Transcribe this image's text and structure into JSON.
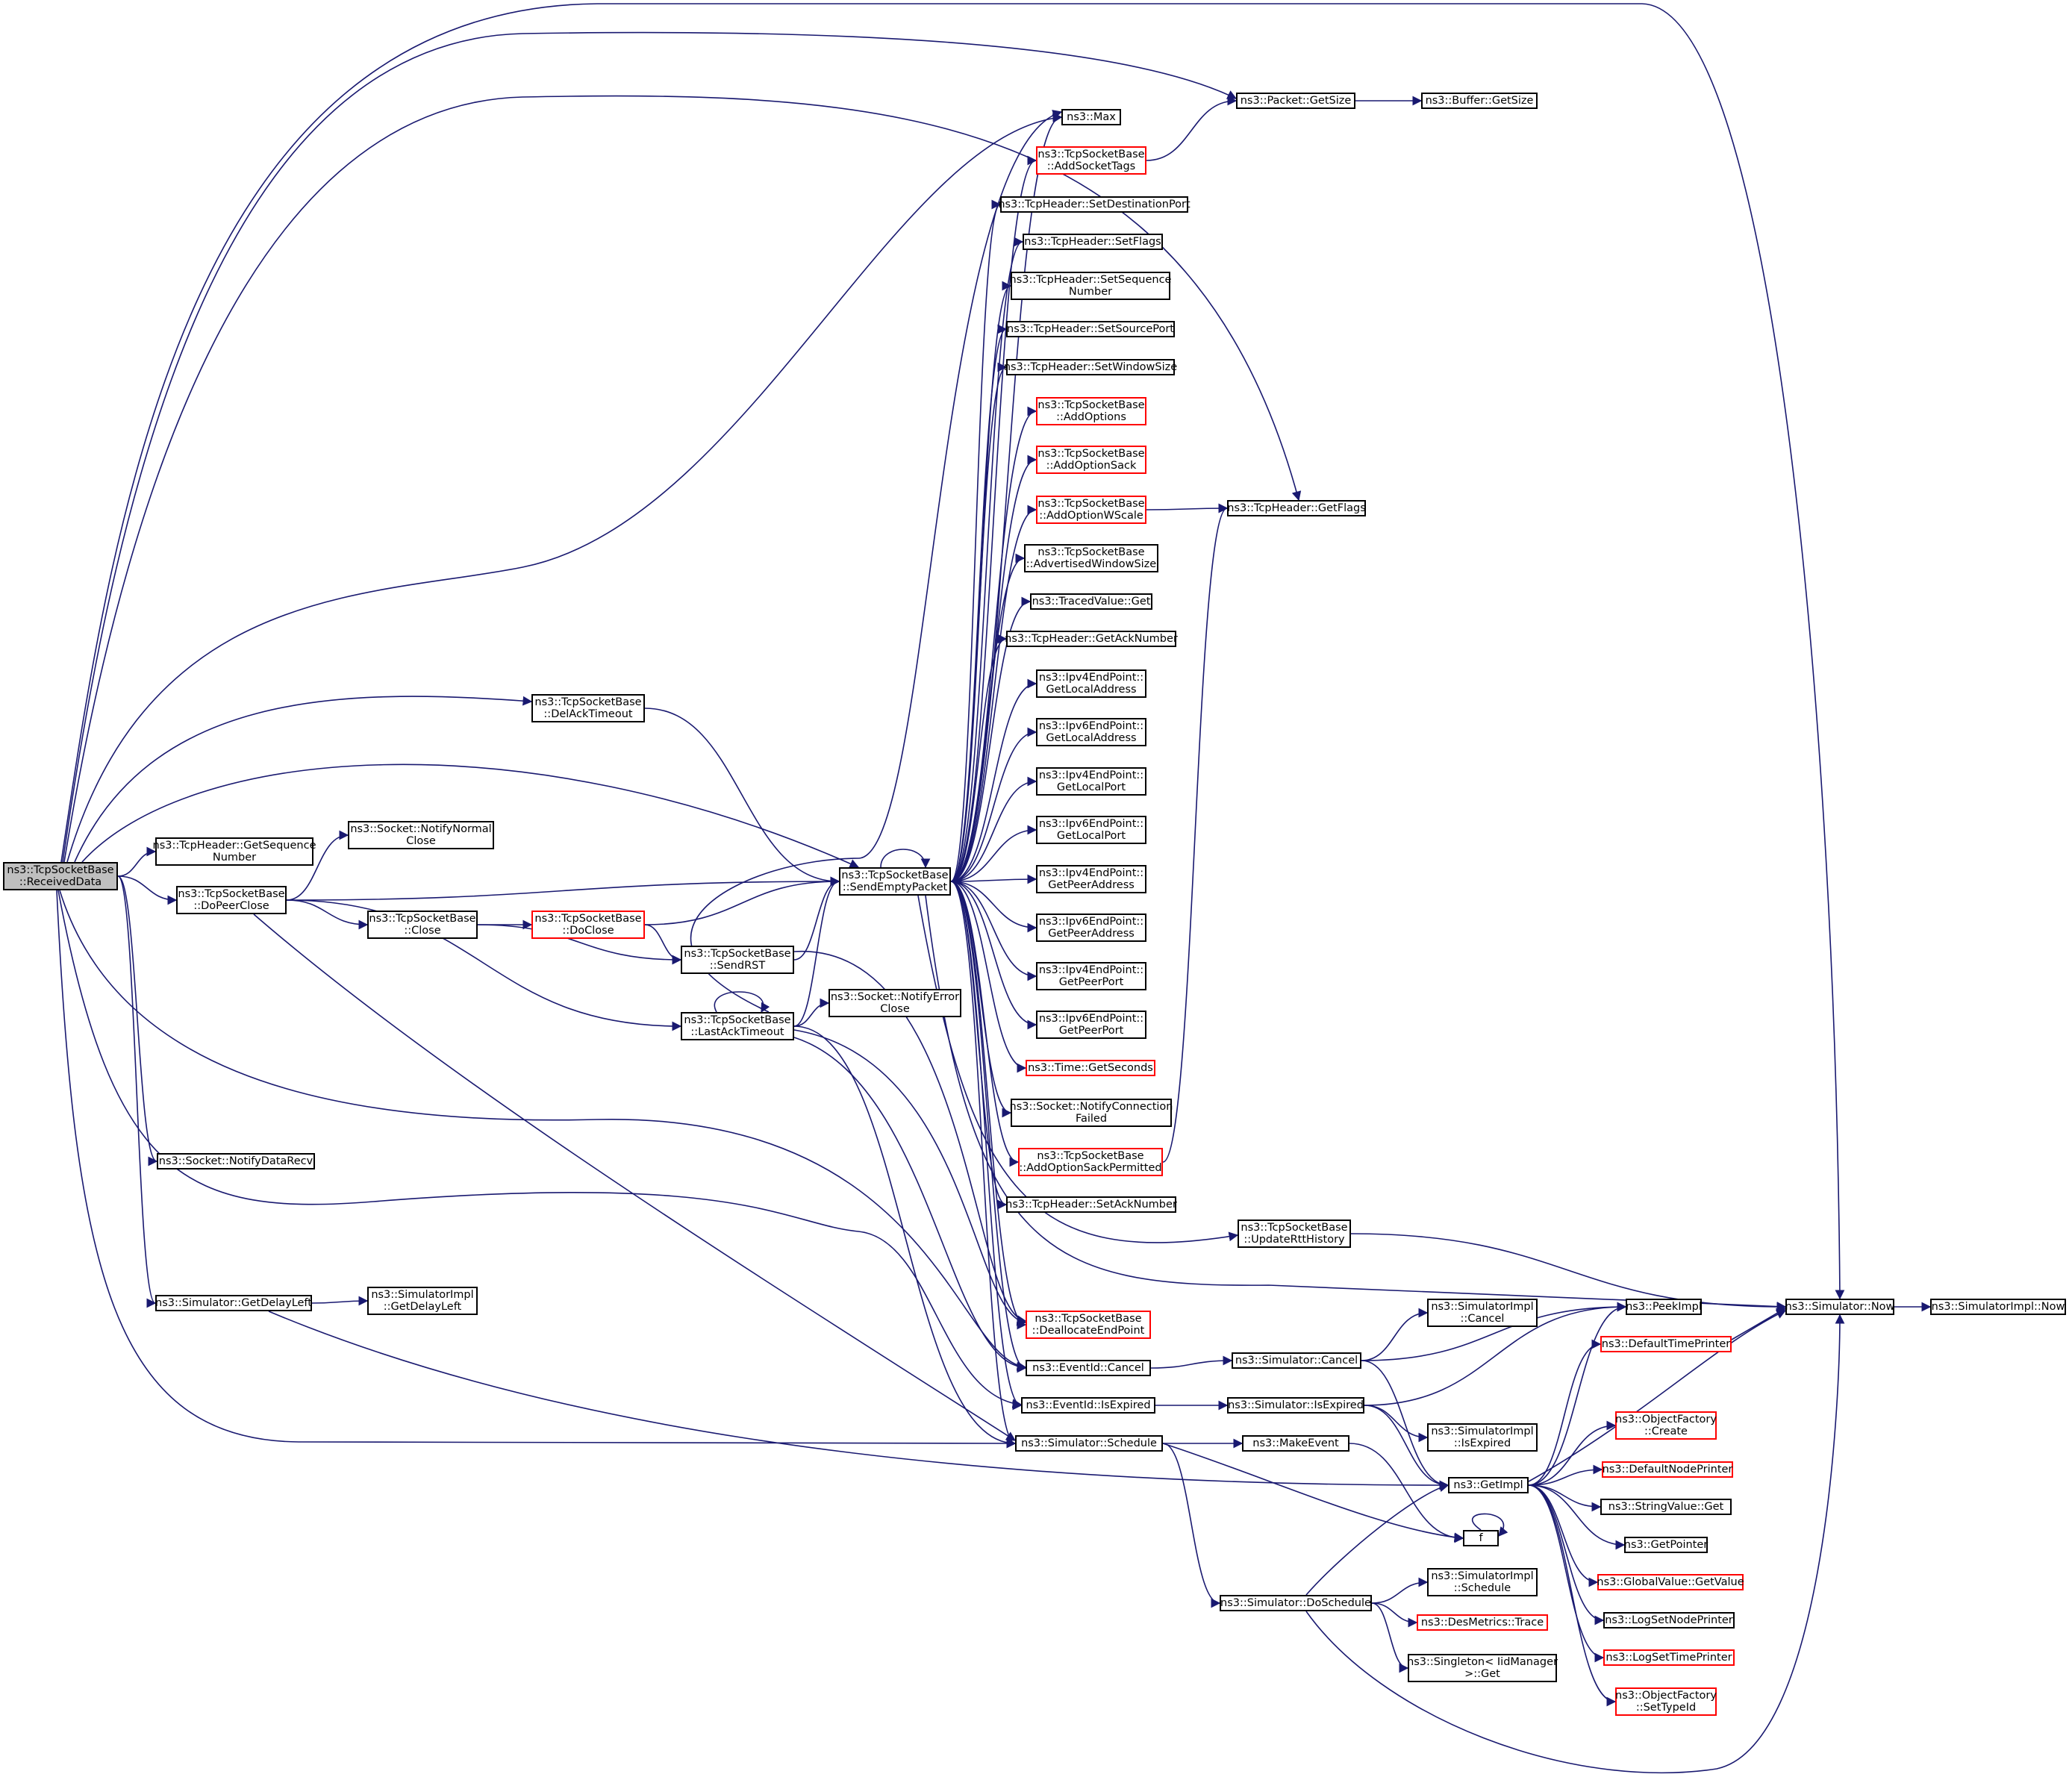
{
  "graph": {
    "type": "call-graph",
    "edge_color": "#191970",
    "border_colors": {
      "normal": "#000000",
      "truncated": "#ff0000"
    },
    "root_fill": "#bfbfbf",
    "nodes": [
      {
        "id": "received_data",
        "lines": [
          "ns3::TcpSocketBase",
          "::ReceivedData"
        ],
        "root": true
      },
      {
        "id": "get_sequence_number",
        "lines": [
          "ns3::TcpHeader::GetSequence",
          "Number"
        ]
      },
      {
        "id": "do_peer_close",
        "lines": [
          "ns3::TcpSocketBase",
          "::DoPeerClose"
        ]
      },
      {
        "id": "notify_data_recv",
        "lines": [
          "ns3::Socket::NotifyDataRecv"
        ]
      },
      {
        "id": "get_delay_left",
        "lines": [
          "ns3::Simulator::GetDelayLeft"
        ]
      },
      {
        "id": "simimpl_get_delay_left",
        "lines": [
          "ns3::SimulatorImpl",
          "::GetDelayLeft"
        ]
      },
      {
        "id": "notify_normal_close",
        "lines": [
          "ns3::Socket::NotifyNormal",
          "Close"
        ]
      },
      {
        "id": "tcp_close",
        "lines": [
          "ns3::TcpSocketBase",
          "::Close"
        ]
      },
      {
        "id": "do_close",
        "lines": [
          "ns3::TcpSocketBase",
          "::DoClose"
        ],
        "red": true
      },
      {
        "id": "send_rst",
        "lines": [
          "ns3::TcpSocketBase",
          "::SendRST"
        ]
      },
      {
        "id": "last_ack_timeout",
        "lines": [
          "ns3::TcpSocketBase",
          "::LastAckTimeout"
        ]
      },
      {
        "id": "notify_error_close",
        "lines": [
          "ns3::Socket::NotifyError",
          "Close"
        ]
      },
      {
        "id": "del_ack_timeout",
        "lines": [
          "ns3::TcpSocketBase",
          "::DelAckTimeout"
        ]
      },
      {
        "id": "send_empty_packet",
        "lines": [
          "ns3::TcpSocketBase",
          "::SendEmptyPacket"
        ]
      },
      {
        "id": "max",
        "lines": [
          "ns3::Max"
        ]
      },
      {
        "id": "add_socket_tags",
        "lines": [
          "ns3::TcpSocketBase",
          "::AddSocketTags"
        ],
        "red": true
      },
      {
        "id": "set_dest_port",
        "lines": [
          "ns3::TcpHeader::SetDestinationPort"
        ]
      },
      {
        "id": "set_flags",
        "lines": [
          "ns3::TcpHeader::SetFlags"
        ]
      },
      {
        "id": "set_sequence_number",
        "lines": [
          "ns3::TcpHeader::SetSequence",
          "Number"
        ]
      },
      {
        "id": "set_source_port",
        "lines": [
          "ns3::TcpHeader::SetSourcePort"
        ]
      },
      {
        "id": "set_window_size",
        "lines": [
          "ns3::TcpHeader::SetWindowSize"
        ]
      },
      {
        "id": "add_options",
        "lines": [
          "ns3::TcpSocketBase",
          "::AddOptions"
        ],
        "red": true
      },
      {
        "id": "add_option_sack",
        "lines": [
          "ns3::TcpSocketBase",
          "::AddOptionSack"
        ],
        "red": true
      },
      {
        "id": "add_option_wscale",
        "lines": [
          "ns3::TcpSocketBase",
          "::AddOptionWScale"
        ],
        "red": true
      },
      {
        "id": "advertised_window_size",
        "lines": [
          "ns3::TcpSocketBase",
          "::AdvertisedWindowSize"
        ]
      },
      {
        "id": "traced_value_get",
        "lines": [
          "ns3::TracedValue::Get"
        ]
      },
      {
        "id": "get_ack_number",
        "lines": [
          "ns3::TcpHeader::GetAckNumber"
        ]
      },
      {
        "id": "ipv4_local_address",
        "lines": [
          "ns3::Ipv4EndPoint::",
          "GetLocalAddress"
        ]
      },
      {
        "id": "ipv6_local_address",
        "lines": [
          "ns3::Ipv6EndPoint::",
          "GetLocalAddress"
        ]
      },
      {
        "id": "ipv4_local_port",
        "lines": [
          "ns3::Ipv4EndPoint::",
          "GetLocalPort"
        ]
      },
      {
        "id": "ipv6_local_port",
        "lines": [
          "ns3::Ipv6EndPoint::",
          "GetLocalPort"
        ]
      },
      {
        "id": "ipv4_peer_address",
        "lines": [
          "ns3::Ipv4EndPoint::",
          "GetPeerAddress"
        ]
      },
      {
        "id": "ipv6_peer_address",
        "lines": [
          "ns3::Ipv6EndPoint::",
          "GetPeerAddress"
        ]
      },
      {
        "id": "ipv4_peer_port",
        "lines": [
          "ns3::Ipv4EndPoint::",
          "GetPeerPort"
        ]
      },
      {
        "id": "ipv6_peer_port",
        "lines": [
          "ns3::Ipv6EndPoint::",
          "GetPeerPort"
        ]
      },
      {
        "id": "time_get_seconds",
        "lines": [
          "ns3::Time::GetSeconds"
        ],
        "red": true
      },
      {
        "id": "notify_connection_failed",
        "lines": [
          "ns3::Socket::NotifyConnection",
          "Failed"
        ]
      },
      {
        "id": "add_option_sack_permitted",
        "lines": [
          "ns3::TcpSocketBase",
          "::AddOptionSackPermitted"
        ],
        "red": true
      },
      {
        "id": "set_ack_number",
        "lines": [
          "ns3::TcpHeader::SetAckNumber"
        ]
      },
      {
        "id": "dealloc_endpoint",
        "lines": [
          "ns3::TcpSocketBase",
          "::DeallocateEndPoint"
        ],
        "red": true
      },
      {
        "id": "eventid_cancel",
        "lines": [
          "ns3::EventId::Cancel"
        ]
      },
      {
        "id": "eventid_is_expired",
        "lines": [
          "ns3::EventId::IsExpired"
        ]
      },
      {
        "id": "sim_schedule",
        "lines": [
          "ns3::Simulator::Schedule"
        ]
      },
      {
        "id": "packet_get_size",
        "lines": [
          "ns3::Packet::GetSize"
        ]
      },
      {
        "id": "buffer_get_size",
        "lines": [
          "ns3::Buffer::GetSize"
        ]
      },
      {
        "id": "tcpheader_get_flags",
        "lines": [
          "ns3::TcpHeader::GetFlags"
        ]
      },
      {
        "id": "update_rtt_history",
        "lines": [
          "ns3::TcpSocketBase",
          "::UpdateRttHistory"
        ]
      },
      {
        "id": "sim_cancel",
        "lines": [
          "ns3::Simulator::Cancel"
        ]
      },
      {
        "id": "sim_is_expired",
        "lines": [
          "ns3::Simulator::IsExpired"
        ]
      },
      {
        "id": "make_event",
        "lines": [
          "ns3::MakeEvent"
        ]
      },
      {
        "id": "sim_do_schedule",
        "lines": [
          "ns3::Simulator::DoSchedule"
        ]
      },
      {
        "id": "simimpl_cancel",
        "lines": [
          "ns3::SimulatorImpl",
          "::Cancel"
        ]
      },
      {
        "id": "simimpl_is_expired",
        "lines": [
          "ns3::SimulatorImpl",
          "::IsExpired"
        ]
      },
      {
        "id": "simimpl_schedule",
        "lines": [
          "ns3::SimulatorImpl",
          "::Schedule"
        ]
      },
      {
        "id": "desmetrics_trace",
        "lines": [
          "ns3::DesMetrics::Trace"
        ],
        "red": true
      },
      {
        "id": "singleton_get",
        "lines": [
          "ns3::Singleton< IidManager",
          ">::Get"
        ]
      },
      {
        "id": "get_impl",
        "lines": [
          "ns3::GetImpl"
        ]
      },
      {
        "id": "f",
        "lines": [
          "f"
        ]
      },
      {
        "id": "peek_impl",
        "lines": [
          "ns3::PeekImpl"
        ]
      },
      {
        "id": "default_time_printer",
        "lines": [
          "ns3::DefaultTimePrinter"
        ],
        "red": true
      },
      {
        "id": "object_factory_create",
        "lines": [
          "ns3::ObjectFactory",
          "::Create"
        ],
        "red": true
      },
      {
        "id": "default_node_printer",
        "lines": [
          "ns3::DefaultNodePrinter"
        ],
        "red": true
      },
      {
        "id": "string_value_get",
        "lines": [
          "ns3::StringValue::Get"
        ]
      },
      {
        "id": "get_pointer",
        "lines": [
          "ns3::GetPointer"
        ]
      },
      {
        "id": "global_value_get_value",
        "lines": [
          "ns3::GlobalValue::GetValue"
        ],
        "red": true
      },
      {
        "id": "log_set_node_printer",
        "lines": [
          "ns3::LogSetNodePrinter"
        ]
      },
      {
        "id": "log_set_time_printer",
        "lines": [
          "ns3::LogSetTimePrinter"
        ],
        "red": true
      },
      {
        "id": "object_factory_set_typeid",
        "lines": [
          "ns3::ObjectFactory",
          "::SetTypeId"
        ],
        "red": true
      },
      {
        "id": "sim_now",
        "lines": [
          "ns3::Simulator::Now"
        ]
      },
      {
        "id": "simimpl_now",
        "lines": [
          "ns3::SimulatorImpl::Now"
        ]
      }
    ],
    "edges": [
      [
        "received_data",
        "get_sequence_number"
      ],
      [
        "received_data",
        "do_peer_close"
      ],
      [
        "received_data",
        "notify_data_recv"
      ],
      [
        "received_data",
        "get_delay_left"
      ],
      [
        "received_data",
        "del_ack_timeout"
      ],
      [
        "received_data",
        "send_empty_packet"
      ],
      [
        "received_data",
        "max"
      ],
      [
        "received_data",
        "packet_get_size"
      ],
      [
        "received_data",
        "tcpheader_get_flags"
      ],
      [
        "received_data",
        "sim_now"
      ],
      [
        "received_data",
        "eventid_cancel"
      ],
      [
        "received_data",
        "eventid_is_expired"
      ],
      [
        "received_data",
        "sim_schedule"
      ],
      [
        "do_peer_close",
        "notify_normal_close"
      ],
      [
        "do_peer_close",
        "tcp_close"
      ],
      [
        "do_peer_close",
        "send_empty_packet"
      ],
      [
        "do_peer_close",
        "last_ack_timeout"
      ],
      [
        "do_peer_close",
        "sim_schedule"
      ],
      [
        "get_delay_left",
        "simimpl_get_delay_left"
      ],
      [
        "get_delay_left",
        "get_impl"
      ],
      [
        "tcp_close",
        "do_close"
      ],
      [
        "tcp_close",
        "send_rst"
      ],
      [
        "do_close",
        "send_empty_packet"
      ],
      [
        "do_close",
        "send_rst"
      ],
      [
        "send_rst",
        "send_empty_packet"
      ],
      [
        "send_rst",
        "dealloc_endpoint"
      ],
      [
        "last_ack_timeout",
        "last_ack_timeout"
      ],
      [
        "last_ack_timeout",
        "notify_error_close"
      ],
      [
        "last_ack_timeout",
        "send_empty_packet"
      ],
      [
        "last_ack_timeout",
        "max"
      ],
      [
        "last_ack_timeout",
        "dealloc_endpoint"
      ],
      [
        "last_ack_timeout",
        "eventid_cancel"
      ],
      [
        "last_ack_timeout",
        "sim_schedule"
      ],
      [
        "del_ack_timeout",
        "send_empty_packet"
      ],
      [
        "send_empty_packet",
        "send_empty_packet"
      ],
      [
        "send_empty_packet",
        "max"
      ],
      [
        "send_empty_packet",
        "add_socket_tags"
      ],
      [
        "send_empty_packet",
        "set_dest_port"
      ],
      [
        "send_empty_packet",
        "set_flags"
      ],
      [
        "send_empty_packet",
        "set_sequence_number"
      ],
      [
        "send_empty_packet",
        "set_source_port"
      ],
      [
        "send_empty_packet",
        "set_window_size"
      ],
      [
        "send_empty_packet",
        "add_options"
      ],
      [
        "send_empty_packet",
        "add_option_sack"
      ],
      [
        "send_empty_packet",
        "add_option_wscale"
      ],
      [
        "send_empty_packet",
        "advertised_window_size"
      ],
      [
        "send_empty_packet",
        "traced_value_get"
      ],
      [
        "send_empty_packet",
        "get_ack_number"
      ],
      [
        "send_empty_packet",
        "ipv4_local_address"
      ],
      [
        "send_empty_packet",
        "ipv6_local_address"
      ],
      [
        "send_empty_packet",
        "ipv4_local_port"
      ],
      [
        "send_empty_packet",
        "ipv6_local_port"
      ],
      [
        "send_empty_packet",
        "ipv4_peer_address"
      ],
      [
        "send_empty_packet",
        "ipv6_peer_address"
      ],
      [
        "send_empty_packet",
        "ipv4_peer_port"
      ],
      [
        "send_empty_packet",
        "ipv6_peer_port"
      ],
      [
        "send_empty_packet",
        "time_get_seconds"
      ],
      [
        "send_empty_packet",
        "notify_connection_failed"
      ],
      [
        "send_empty_packet",
        "add_option_sack_permitted"
      ],
      [
        "send_empty_packet",
        "set_ack_number"
      ],
      [
        "send_empty_packet",
        "update_rtt_history"
      ],
      [
        "send_empty_packet",
        "sim_now"
      ],
      [
        "send_empty_packet",
        "dealloc_endpoint"
      ],
      [
        "send_empty_packet",
        "eventid_cancel"
      ],
      [
        "send_empty_packet",
        "eventid_is_expired"
      ],
      [
        "send_empty_packet",
        "sim_schedule"
      ],
      [
        "add_socket_tags",
        "packet_get_size"
      ],
      [
        "packet_get_size",
        "buffer_get_size"
      ],
      [
        "add_option_wscale",
        "tcpheader_get_flags"
      ],
      [
        "add_option_sack_permitted",
        "tcpheader_get_flags"
      ],
      [
        "update_rtt_history",
        "sim_now"
      ],
      [
        "eventid_cancel",
        "sim_cancel"
      ],
      [
        "eventid_is_expired",
        "sim_is_expired"
      ],
      [
        "sim_schedule",
        "make_event"
      ],
      [
        "sim_schedule",
        "sim_do_schedule"
      ],
      [
        "sim_schedule",
        "f"
      ],
      [
        "sim_cancel",
        "simimpl_cancel"
      ],
      [
        "sim_cancel",
        "peek_impl"
      ],
      [
        "sim_cancel",
        "get_impl"
      ],
      [
        "sim_is_expired",
        "simimpl_is_expired"
      ],
      [
        "sim_is_expired",
        "peek_impl"
      ],
      [
        "sim_is_expired",
        "get_impl"
      ],
      [
        "make_event",
        "f"
      ],
      [
        "f",
        "f"
      ],
      [
        "sim_do_schedule",
        "simimpl_schedule"
      ],
      [
        "sim_do_schedule",
        "desmetrics_trace"
      ],
      [
        "sim_do_schedule",
        "singleton_get"
      ],
      [
        "sim_do_schedule",
        "get_impl"
      ],
      [
        "sim_do_schedule",
        "sim_now"
      ],
      [
        "get_impl",
        "peek_impl"
      ],
      [
        "get_impl",
        "default_time_printer"
      ],
      [
        "get_impl",
        "object_factory_create"
      ],
      [
        "get_impl",
        "default_node_printer"
      ],
      [
        "get_impl",
        "string_value_get"
      ],
      [
        "get_impl",
        "get_pointer"
      ],
      [
        "get_impl",
        "global_value_get_value"
      ],
      [
        "get_impl",
        "log_set_node_printer"
      ],
      [
        "get_impl",
        "log_set_time_printer"
      ],
      [
        "get_impl",
        "object_factory_set_typeid"
      ],
      [
        "get_impl",
        "sim_now"
      ],
      [
        "default_time_printer",
        "sim_now"
      ],
      [
        "sim_now",
        "simimpl_now"
      ]
    ]
  }
}
